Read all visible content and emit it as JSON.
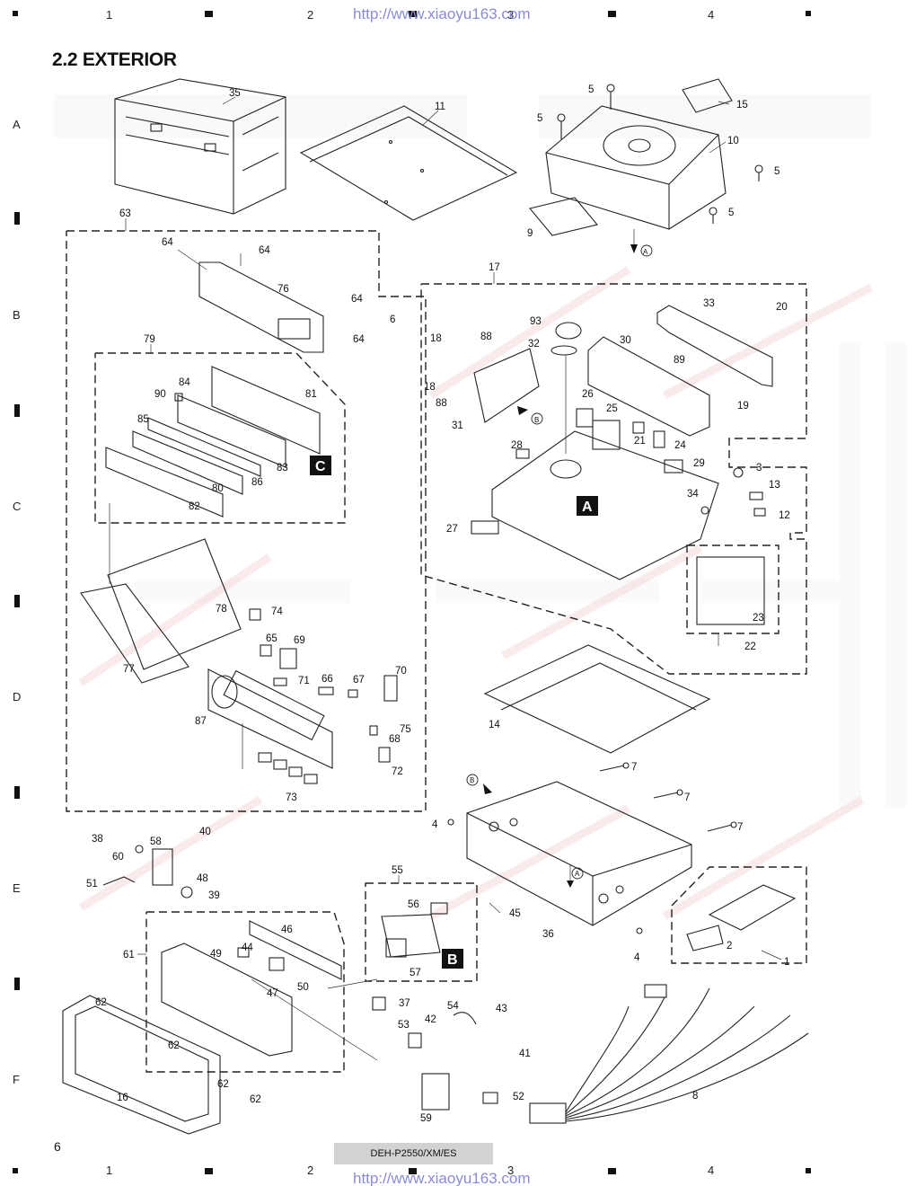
{
  "header": {
    "url_top": "http://www.xiaoyu163.com",
    "url_bottom": "http://www.xiaoyu163.com",
    "section_title": "2.2 EXTERIOR"
  },
  "grid": {
    "columns": [
      "1",
      "2",
      "3",
      "4"
    ],
    "rows": [
      "A",
      "B",
      "C",
      "D",
      "E",
      "F"
    ]
  },
  "footer": {
    "page_number": "6",
    "model": "DEH-P2550/XM/ES"
  },
  "callouts": [
    "A",
    "B",
    "C"
  ],
  "parts": [
    {
      "label": "35"
    },
    {
      "label": "11"
    },
    {
      "label": "5"
    },
    {
      "label": "5"
    },
    {
      "label": "15"
    },
    {
      "label": "10"
    },
    {
      "label": "5"
    },
    {
      "label": "5"
    },
    {
      "label": "9"
    },
    {
      "label": "A"
    },
    {
      "label": "63"
    },
    {
      "label": "64"
    },
    {
      "label": "64"
    },
    {
      "label": "76"
    },
    {
      "label": "64"
    },
    {
      "label": "64"
    },
    {
      "label": "17"
    },
    {
      "label": "33"
    },
    {
      "label": "20"
    },
    {
      "label": "6"
    },
    {
      "label": "93"
    },
    {
      "label": "32"
    },
    {
      "label": "30"
    },
    {
      "label": "18"
    },
    {
      "label": "88"
    },
    {
      "label": "18"
    },
    {
      "label": "88"
    },
    {
      "label": "89"
    },
    {
      "label": "19"
    },
    {
      "label": "B"
    },
    {
      "label": "31"
    },
    {
      "label": "26"
    },
    {
      "label": "25"
    },
    {
      "label": "21"
    },
    {
      "label": "24"
    },
    {
      "label": "28"
    },
    {
      "label": "29"
    },
    {
      "label": "3"
    },
    {
      "label": "13"
    },
    {
      "label": "34"
    },
    {
      "label": "12"
    },
    {
      "label": "27"
    },
    {
      "label": "23"
    },
    {
      "label": "22"
    },
    {
      "label": "79"
    },
    {
      "label": "84"
    },
    {
      "label": "90"
    },
    {
      "label": "81"
    },
    {
      "label": "85"
    },
    {
      "label": "83"
    },
    {
      "label": "86"
    },
    {
      "label": "80"
    },
    {
      "label": "82"
    },
    {
      "label": "78"
    },
    {
      "label": "77"
    },
    {
      "label": "74"
    },
    {
      "label": "65"
    },
    {
      "label": "69"
    },
    {
      "label": "71"
    },
    {
      "label": "66"
    },
    {
      "label": "67"
    },
    {
      "label": "70"
    },
    {
      "label": "87"
    },
    {
      "label": "75"
    },
    {
      "label": "68"
    },
    {
      "label": "72"
    },
    {
      "label": "73"
    },
    {
      "label": "14"
    },
    {
      "label": "B"
    },
    {
      "label": "7"
    },
    {
      "label": "7"
    },
    {
      "label": "7"
    },
    {
      "label": "4"
    },
    {
      "label": "A"
    },
    {
      "label": "36"
    },
    {
      "label": "4"
    },
    {
      "label": "1"
    },
    {
      "label": "2"
    },
    {
      "label": "38"
    },
    {
      "label": "40"
    },
    {
      "label": "58"
    },
    {
      "label": "60"
    },
    {
      "label": "48"
    },
    {
      "label": "39"
    },
    {
      "label": "51"
    },
    {
      "label": "55"
    },
    {
      "label": "56"
    },
    {
      "label": "45"
    },
    {
      "label": "57"
    },
    {
      "label": "61"
    },
    {
      "label": "46"
    },
    {
      "label": "44"
    },
    {
      "label": "49"
    },
    {
      "label": "50"
    },
    {
      "label": "47"
    },
    {
      "label": "62"
    },
    {
      "label": "62"
    },
    {
      "label": "62"
    },
    {
      "label": "62"
    },
    {
      "label": "16"
    },
    {
      "label": "37"
    },
    {
      "label": "54"
    },
    {
      "label": "43"
    },
    {
      "label": "42"
    },
    {
      "label": "53"
    },
    {
      "label": "41"
    },
    {
      "label": "52"
    },
    {
      "label": "59"
    },
    {
      "label": "8"
    }
  ]
}
